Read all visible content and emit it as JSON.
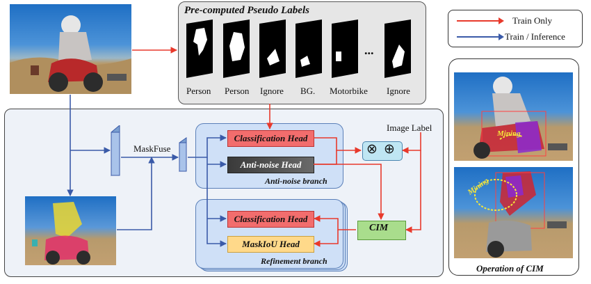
{
  "pseudo": {
    "title": "Pre-computed Pseudo Labels",
    "labels": [
      "Person",
      "Person",
      "Ignore",
      "BG.",
      "Motorbike",
      "Ignore"
    ],
    "ellipsis": "..."
  },
  "legend": {
    "train_only": "Train Only",
    "train_inference": "Train / Inference"
  },
  "main": {
    "maskfuse": "MaskFuse",
    "image_label": "Image Label",
    "anti_noise_branch": {
      "title": "Anti-noise branch",
      "classification_head": "Classification Head",
      "anti_noise_head": "Anti-noise Head"
    },
    "refinement_branch": {
      "title": "Refinement branch",
      "classification_head": "Classification Head",
      "maskiou_head": "MaskIoU Head"
    },
    "cim": "CIM",
    "ops": [
      "⊗",
      "⊕"
    ]
  },
  "cim_panel": {
    "title": "Operation of CIM",
    "mining_label": "Mining"
  },
  "colors": {
    "train_only": "#e8392b",
    "train_inference": "#3a5aa8",
    "class_head": "#f26d6d",
    "anti_noise_head": "#4a4a4a",
    "maskiou_head": "#ffd98a",
    "cim_box": "#a9dd8c",
    "branch_fill": "#cfe0f7",
    "main_panel": "#eef2f8"
  }
}
